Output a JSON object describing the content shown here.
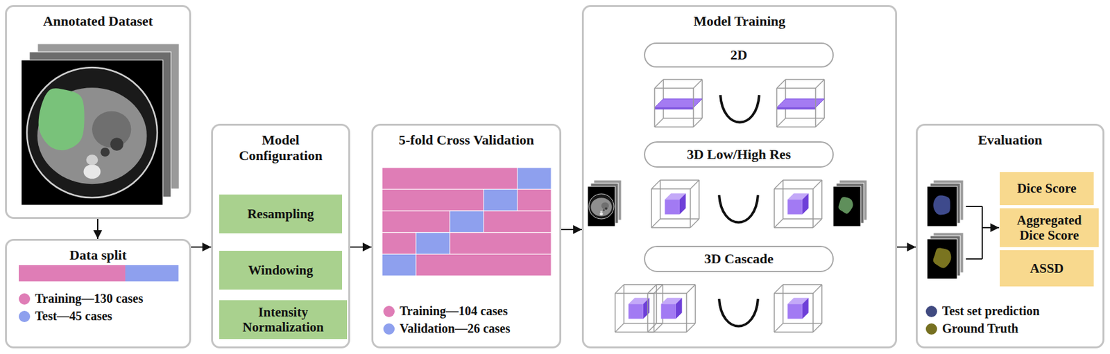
{
  "diagram": {
    "nodes": [
      {
        "text": [
          "Annotated Dataset"
        ]
      },
      {
        "text": [
          "Data split"
        ]
      },
      {
        "text": [
          "Model Configuration"
        ]
      },
      {
        "text": [
          "Resampling"
        ],
        "in": 2
      },
      {
        "text": [
          "Windowing"
        ],
        "in": 2
      },
      {
        "text": [
          "Intensity Normalization"
        ],
        "in": 2
      },
      {
        "text": [
          "5-fold Cross Validation"
        ]
      },
      {
        "text": [
          "Model Training"
        ]
      },
      {
        "text": [
          "2D"
        ],
        "in": 7
      },
      {
        "text": [
          "3D Low/High Res"
        ],
        "in": 7
      },
      {
        "text": [
          "3D Cascade"
        ],
        "in": 7
      },
      {
        "text": [
          "Evaluation"
        ]
      },
      {
        "text": [
          "Dice Score"
        ],
        "in": 11
      },
      {
        "text": [
          "Aggregated Dice Score"
        ],
        "in": 11
      },
      {
        "text": [
          "ASSD"
        ],
        "in": 11
      }
    ],
    "edges": [
      {
        "from": 0,
        "to": 1,
        "arrow": "to"
      },
      {
        "from": 1,
        "to": 2,
        "arrow": "to"
      },
      {
        "from": 2,
        "to": 6,
        "arrow": "to"
      },
      {
        "from": 6,
        "to": 7,
        "arrow": "to"
      },
      {
        "from": 7,
        "to": 11,
        "arrow": "to"
      }
    ],
    "legend": [
      {
        "text": "Training—130 cases",
        "color": "#df7db6"
      },
      {
        "text": "Test—45 cases",
        "color": "#8ea0ee"
      },
      {
        "text": "Training—104 cases",
        "color": "#df7db6"
      },
      {
        "text": "Validation—26 cases",
        "color": "#8ea0ee"
      },
      {
        "text": "Test set prediction",
        "color": "#404a80"
      },
      {
        "text": "Ground Truth",
        "color": "#767021"
      }
    ]
  }
}
